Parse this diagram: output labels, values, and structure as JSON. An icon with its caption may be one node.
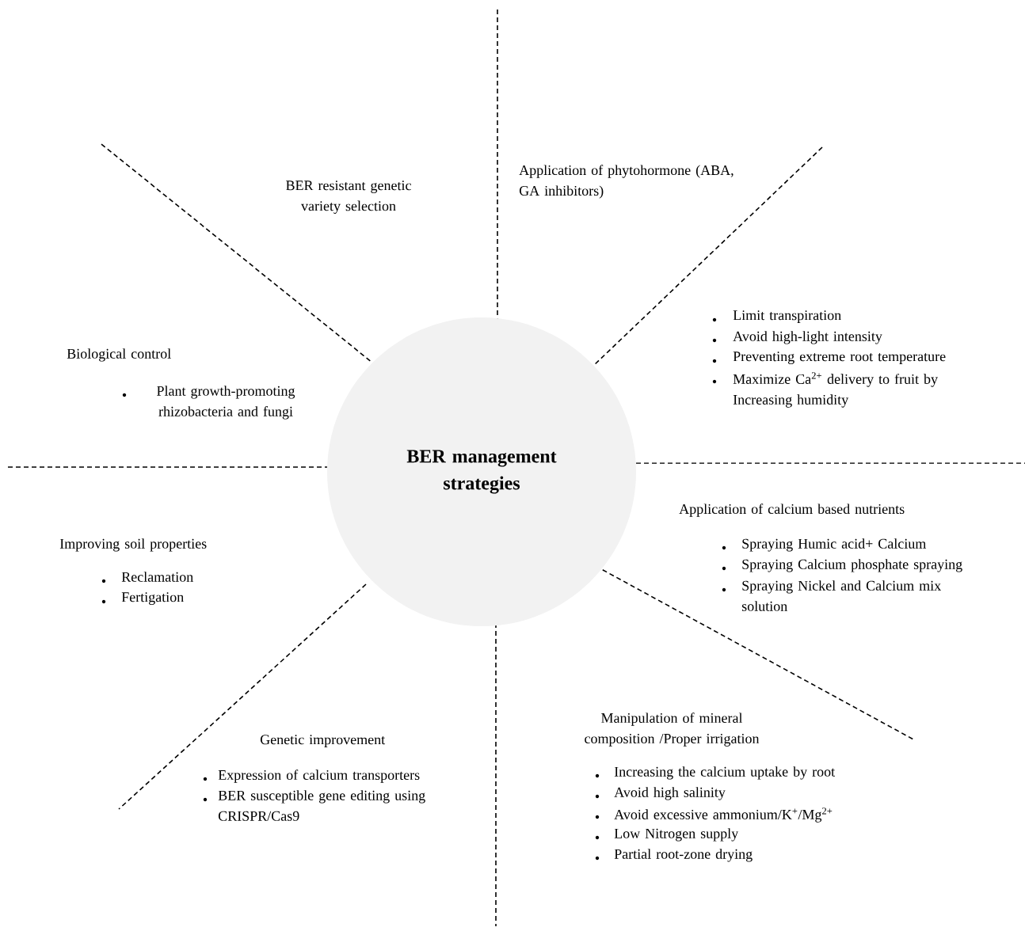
{
  "diagram": {
    "nodes": [
      {
        "text": [
          "BER management strategies"
        ]
      }
    ],
    "labels": [
      "BER resistant genetic variety selection",
      "Application of phytohormone (ABA, GA inhibitors)",
      "Limit transpiration",
      "Avoid high-light intensity",
      "Preventing extreme root temperature",
      "Maximize Ca$^{2+}$ delivery to fruit by Increasing humidity",
      "Biological control",
      "Plant growth-promoting rhizobacteria and fungi",
      "Application of calcium based nutrients",
      "Spraying Humic acid+ Calcium",
      "Spraying Calcium phosphate spraying",
      "Spraying Nickel and Calcium mix solution",
      "Improving soil properties",
      "Reclamation",
      "Fertigation",
      "Genetic improvement",
      "Expression of calcium transporters",
      "BER susceptible gene editing using CRISPR/Cas9",
      "Manipulation of  mineral composition /Proper irrigation",
      "Increasing the calcium uptake by root",
      "Avoid high salinity",
      "Avoid excessive ammonium/K$^{+}$/Mg$^{2+}$",
      "Low Nitrogen supply",
      "Partial root-zone drying"
    ]
  }
}
